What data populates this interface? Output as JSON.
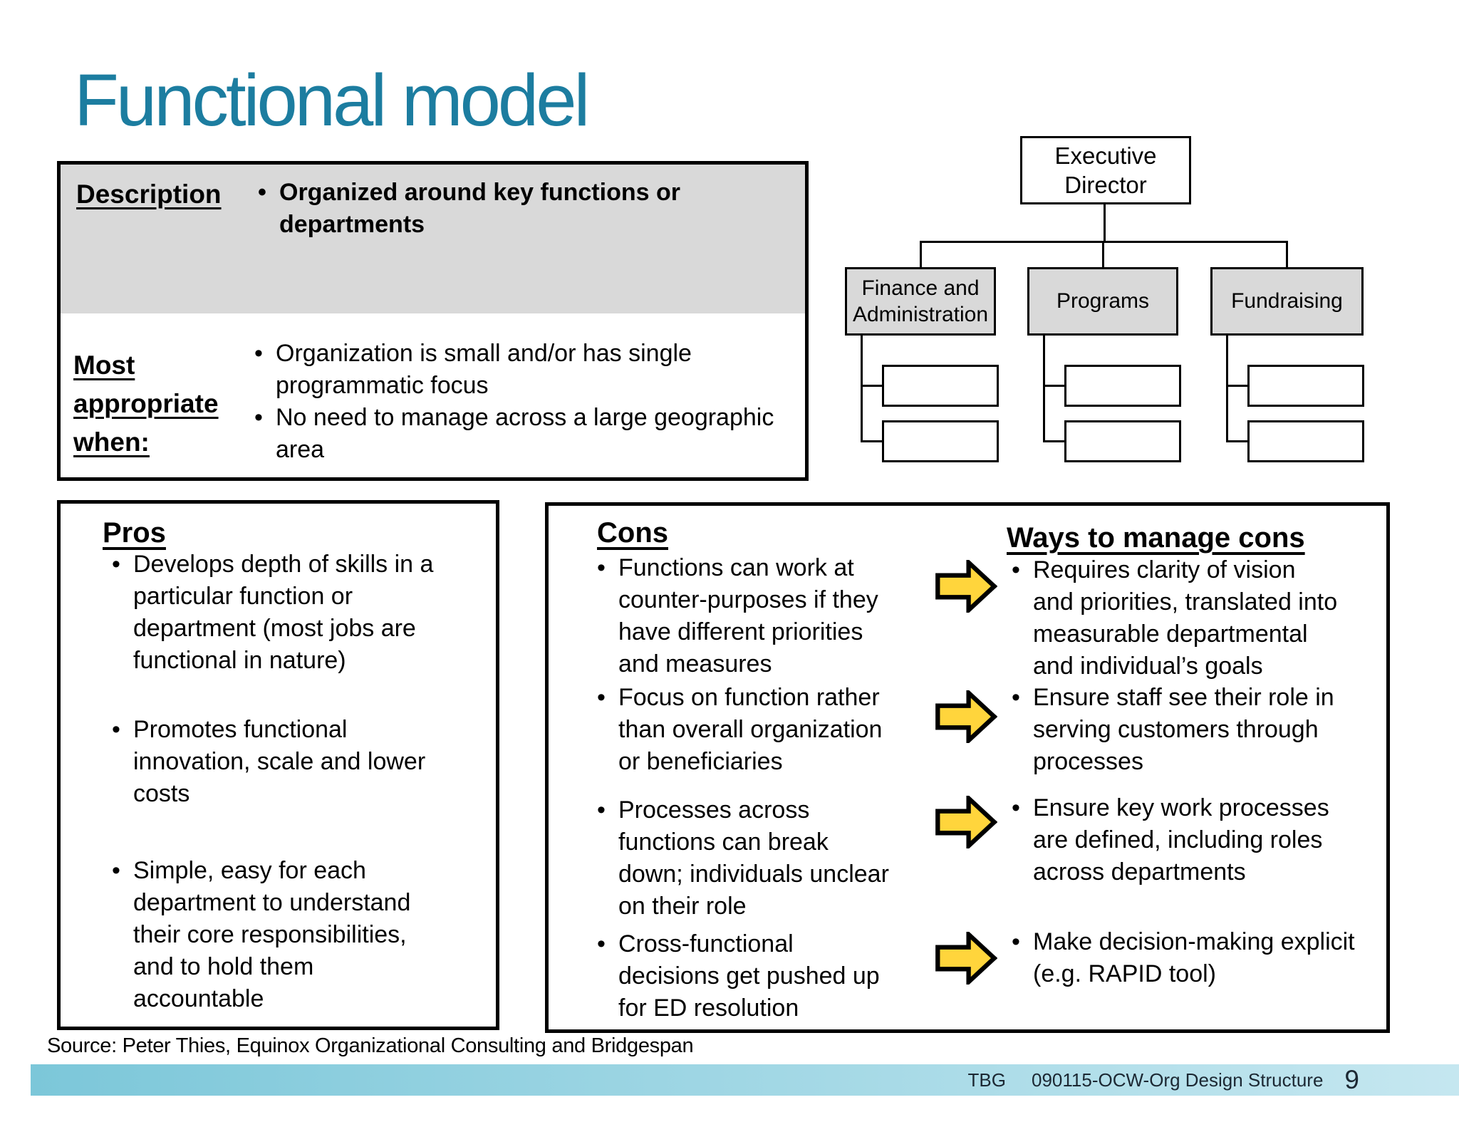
{
  "colors": {
    "title_color": "#1c7da0",
    "box_gray": "#d9d9d9",
    "arrow_yellow": "#ffd53c",
    "footer_gradient_left": "#7cc7d9",
    "footer_gradient_right": "#c5e7f0",
    "footer_text": "#1c2833",
    "border_black": "#000000"
  },
  "title": {
    "text": "Functional model"
  },
  "description_box": {
    "header_label": "Description",
    "header_bullet": "Organized around key functions or\ndepartments",
    "body_label": "Most appropriate when:",
    "body_bullets": [
      "Organization is small and/or has single\nprogrammatic focus",
      "No need to manage across a large geographic\narea"
    ]
  },
  "org_chart": {
    "root": "Executive Director",
    "departments": [
      {
        "name": "Finance and Administration"
      },
      {
        "name": "Programs"
      },
      {
        "name": "Fundraising"
      }
    ]
  },
  "pros": {
    "heading": "Pros",
    "items": [
      "Develops depth of skills in a\nparticular function or\ndepartment (most jobs are\nfunctional in nature)",
      "Promotes functional\ninnovation, scale and lower\ncosts",
      "Simple, easy for each\ndepartment to understand\ntheir core responsibilities,\nand to hold them\naccountable"
    ]
  },
  "cons": {
    "heading": "Cons",
    "items": [
      "Functions can work at\ncounter-purposes if they\nhave different priorities\nand measures",
      "Focus on function rather\nthan overall organization\nor beneficiaries",
      "Processes across\nfunctions can break\ndown; individuals unclear\non their role",
      "Cross-functional\ndecisions get pushed up\nfor ED resolution"
    ]
  },
  "ways": {
    "heading": "Ways to manage cons",
    "items": [
      "Requires clarity of vision\nand priorities, translated into\nmeasurable departmental\nand individual’s goals",
      "Ensure staff see their role in\nserving customers through\nprocesses",
      "Ensure key work processes\nare defined, including roles\nacross departments",
      "Make decision-making explicit\n(e.g. RAPID tool)"
    ]
  },
  "source": {
    "text": "Source: Peter Thies, Equinox Organizational Consulting and Bridgespan"
  },
  "footer": {
    "org": "TBG",
    "doc_id": "090115-OCW-Org Design Structure",
    "page": "9"
  }
}
